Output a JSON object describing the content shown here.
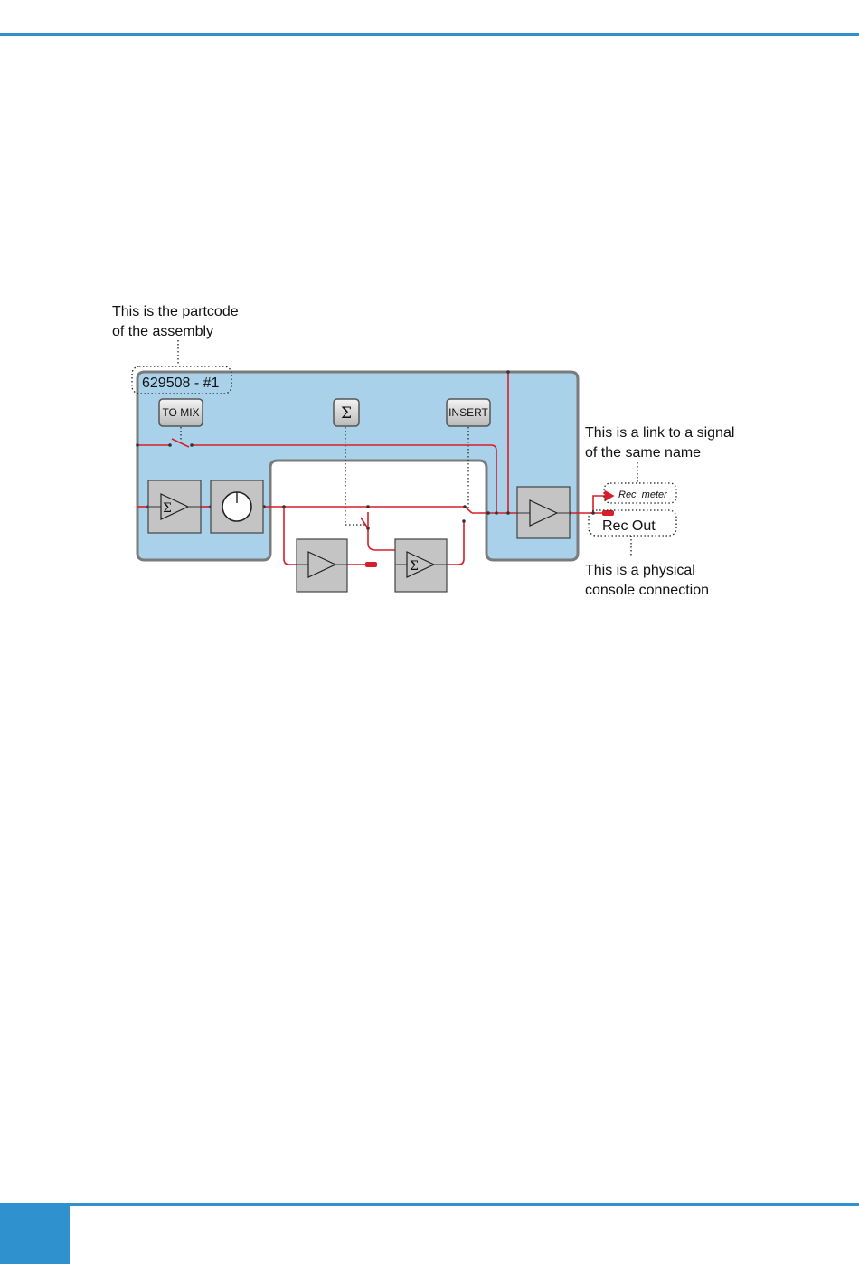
{
  "page": {
    "accent_color": "#2f92cf"
  },
  "diagram": {
    "assembly_label": "629508 - #1",
    "buttons": {
      "to_mix": "TO MIX",
      "sum": "Σ",
      "insert": "INSERT"
    },
    "module_symbols": {
      "sum_amp_symbol": "Σ",
      "insert_sum_symbol": "Σ"
    },
    "link_label": "Rec_meter",
    "output_label": "Rec Out",
    "annotations": {
      "partcode_line1": "This is the partcode",
      "partcode_line2": "of the assembly",
      "link_line1": "This is a link to a signal",
      "link_line2": "of the same name",
      "physical_line1": "This is a physical",
      "physical_line2": "console connection"
    },
    "colors": {
      "assembly_fill": "#a9d1ea",
      "assembly_border": "#7b7b7b",
      "signal_line": "#d81e2a",
      "module_fill": "#c4c4c4"
    }
  }
}
